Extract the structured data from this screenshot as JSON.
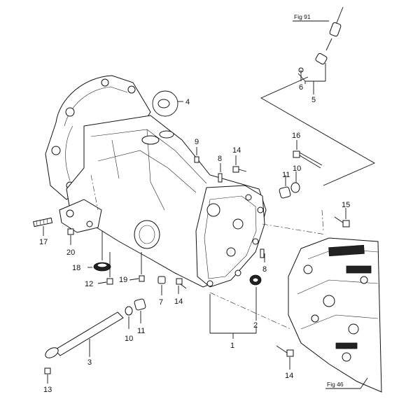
{
  "figure_refs": {
    "top": "Fig 91",
    "bottom": "Fig 46"
  },
  "callouts": {
    "c1": "1",
    "c2": "2",
    "c3": "3",
    "c4": "4",
    "c5": "5",
    "c6": "6",
    "c7": "7",
    "c8a": "8",
    "c8b": "8",
    "c9": "9",
    "c10a": "10",
    "c10b": "10",
    "c11a": "11",
    "c11b": "11",
    "c12": "12",
    "c13": "13",
    "c14a": "14",
    "c14b": "14",
    "c14c": "14",
    "c15": "15",
    "c16": "16",
    "c17": "17",
    "c18": "18",
    "c19": "19",
    "c20": "20"
  }
}
